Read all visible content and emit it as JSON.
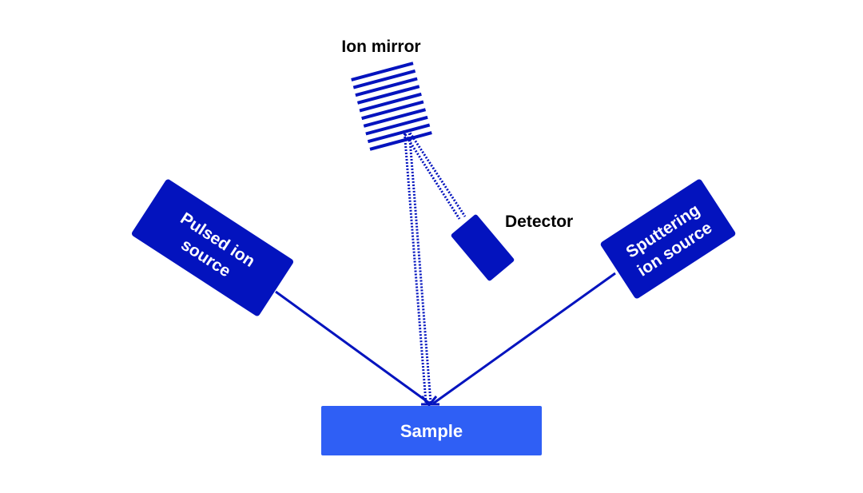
{
  "diagram": {
    "labels": {
      "ion_mirror": "Ion mirror",
      "detector": "Detector",
      "pulsed_source_line1": "Pulsed ion",
      "pulsed_source_line2": "source",
      "sputtering_source_line1": "Sputtering",
      "sputtering_source_line2": "ion source",
      "sample": "Sample"
    },
    "colors": {
      "dark_blue": "#0313be",
      "sample_blue": "#2f5ff5",
      "label_text": "#000000",
      "box_text": "#ffffff",
      "background": "#ffffff"
    }
  }
}
